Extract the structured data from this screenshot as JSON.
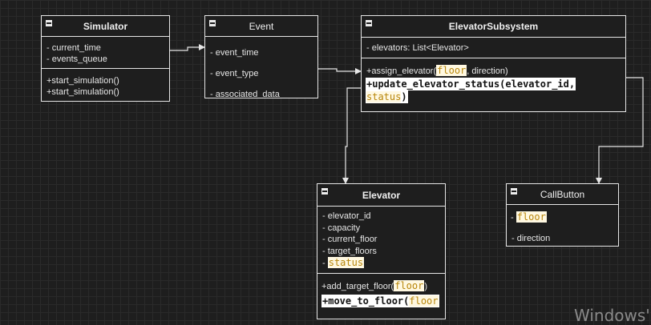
{
  "simulator": {
    "title": "Simulator",
    "attributes": [
      "- current_time",
      "- events_queue"
    ],
    "methods": [
      "+start_simulation()",
      "+start_simulation()"
    ]
  },
  "event": {
    "title": "Event",
    "attributes": [
      "- event_time",
      "- event_type",
      "- associated_data"
    ]
  },
  "elevator_subsystem": {
    "title": "ElevatorSubsystem",
    "attributes": [
      "- elevators: List<Elevator>"
    ],
    "method1_prefix": "+assign_elevator(",
    "method1_param": "floor",
    "method1_suffix": ", direction)",
    "method2_line1": "+update_elevator_status(elevator_id,",
    "method2_param": "status",
    "method2_suffix": ")"
  },
  "elevator": {
    "title": "Elevator",
    "attributes": [
      "- elevator_id",
      "- capacity",
      "- current_floor",
      "- target_floors"
    ],
    "attr_status_prefix": "- ",
    "attr_status": "status",
    "method1_prefix": "+add_target_floor(",
    "method1_param": "floor",
    "method1_suffix": ")",
    "method2_prefix": "+move_to_floor(",
    "method2_param": "floor"
  },
  "call_button": {
    "title": "CallButton",
    "attr1_prefix": "- ",
    "attr1": "floor",
    "attr2": "- direction"
  },
  "watermark": "Windows'u",
  "colors": {
    "background": "#1e1e1e",
    "line": "#e6e6e6",
    "highlight_bg": "#fff8e1",
    "highlight_text": "#b8860b"
  }
}
